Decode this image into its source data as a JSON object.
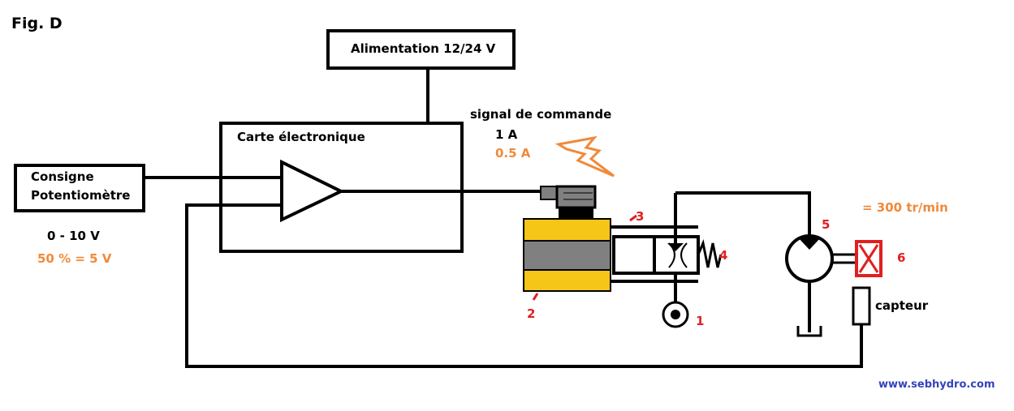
{
  "figure_label": "Fig. D",
  "power_supply": "Alimentation 12/24 V",
  "controller_card": "Carte électronique",
  "setpoint": {
    "line1": "Consigne",
    "line2": "Potentiomètre"
  },
  "voltage_range": "0 - 10 V",
  "setpoint_value": "50 % = 5 V",
  "command_signal": {
    "title": "signal de commande",
    "max": "1 A",
    "value": "0.5 A"
  },
  "speed": "= 300  tr/min",
  "sensor": "capteur",
  "website": "www.sebhydro.com",
  "callouts": {
    "n1": "1",
    "n2": "2",
    "n3": "3",
    "n4": "4",
    "n5": "5",
    "n6": "6"
  },
  "colors": {
    "orange": "#f08a3a",
    "red": "#e02020",
    "yellow": "#f5c518",
    "gray": "#808080",
    "blue": "#3344bb"
  }
}
